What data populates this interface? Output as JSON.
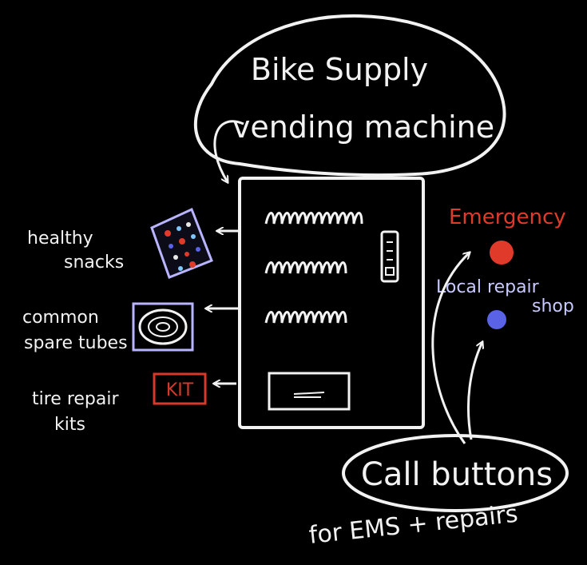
{
  "title": {
    "line1": "Bike Supply",
    "line2": "vending machine"
  },
  "items": [
    {
      "line1": "healthy",
      "line2": "snacks",
      "icon": "snack-bag-icon"
    },
    {
      "line1": "common",
      "line2": "spare tubes",
      "icon": "spare-tube-icon"
    },
    {
      "line1": "tire repair",
      "line2": "kits",
      "icon": "repair-kit-icon",
      "badge": "KIT"
    }
  ],
  "buttons": {
    "emergency": {
      "label": "Emergency",
      "color": "#e03a2a"
    },
    "repair": {
      "line1": "Local repair",
      "line2": "shop",
      "color": "#5a63e6"
    }
  },
  "callout": {
    "label": "Call buttons",
    "sub": "for EMS + repairs"
  },
  "colors": {
    "chalk": "#f2f2f2",
    "background": "#000000",
    "kit_red": "#d8382a",
    "tube_purple": "#b9b4ff",
    "repair_text": "#c8caff"
  }
}
